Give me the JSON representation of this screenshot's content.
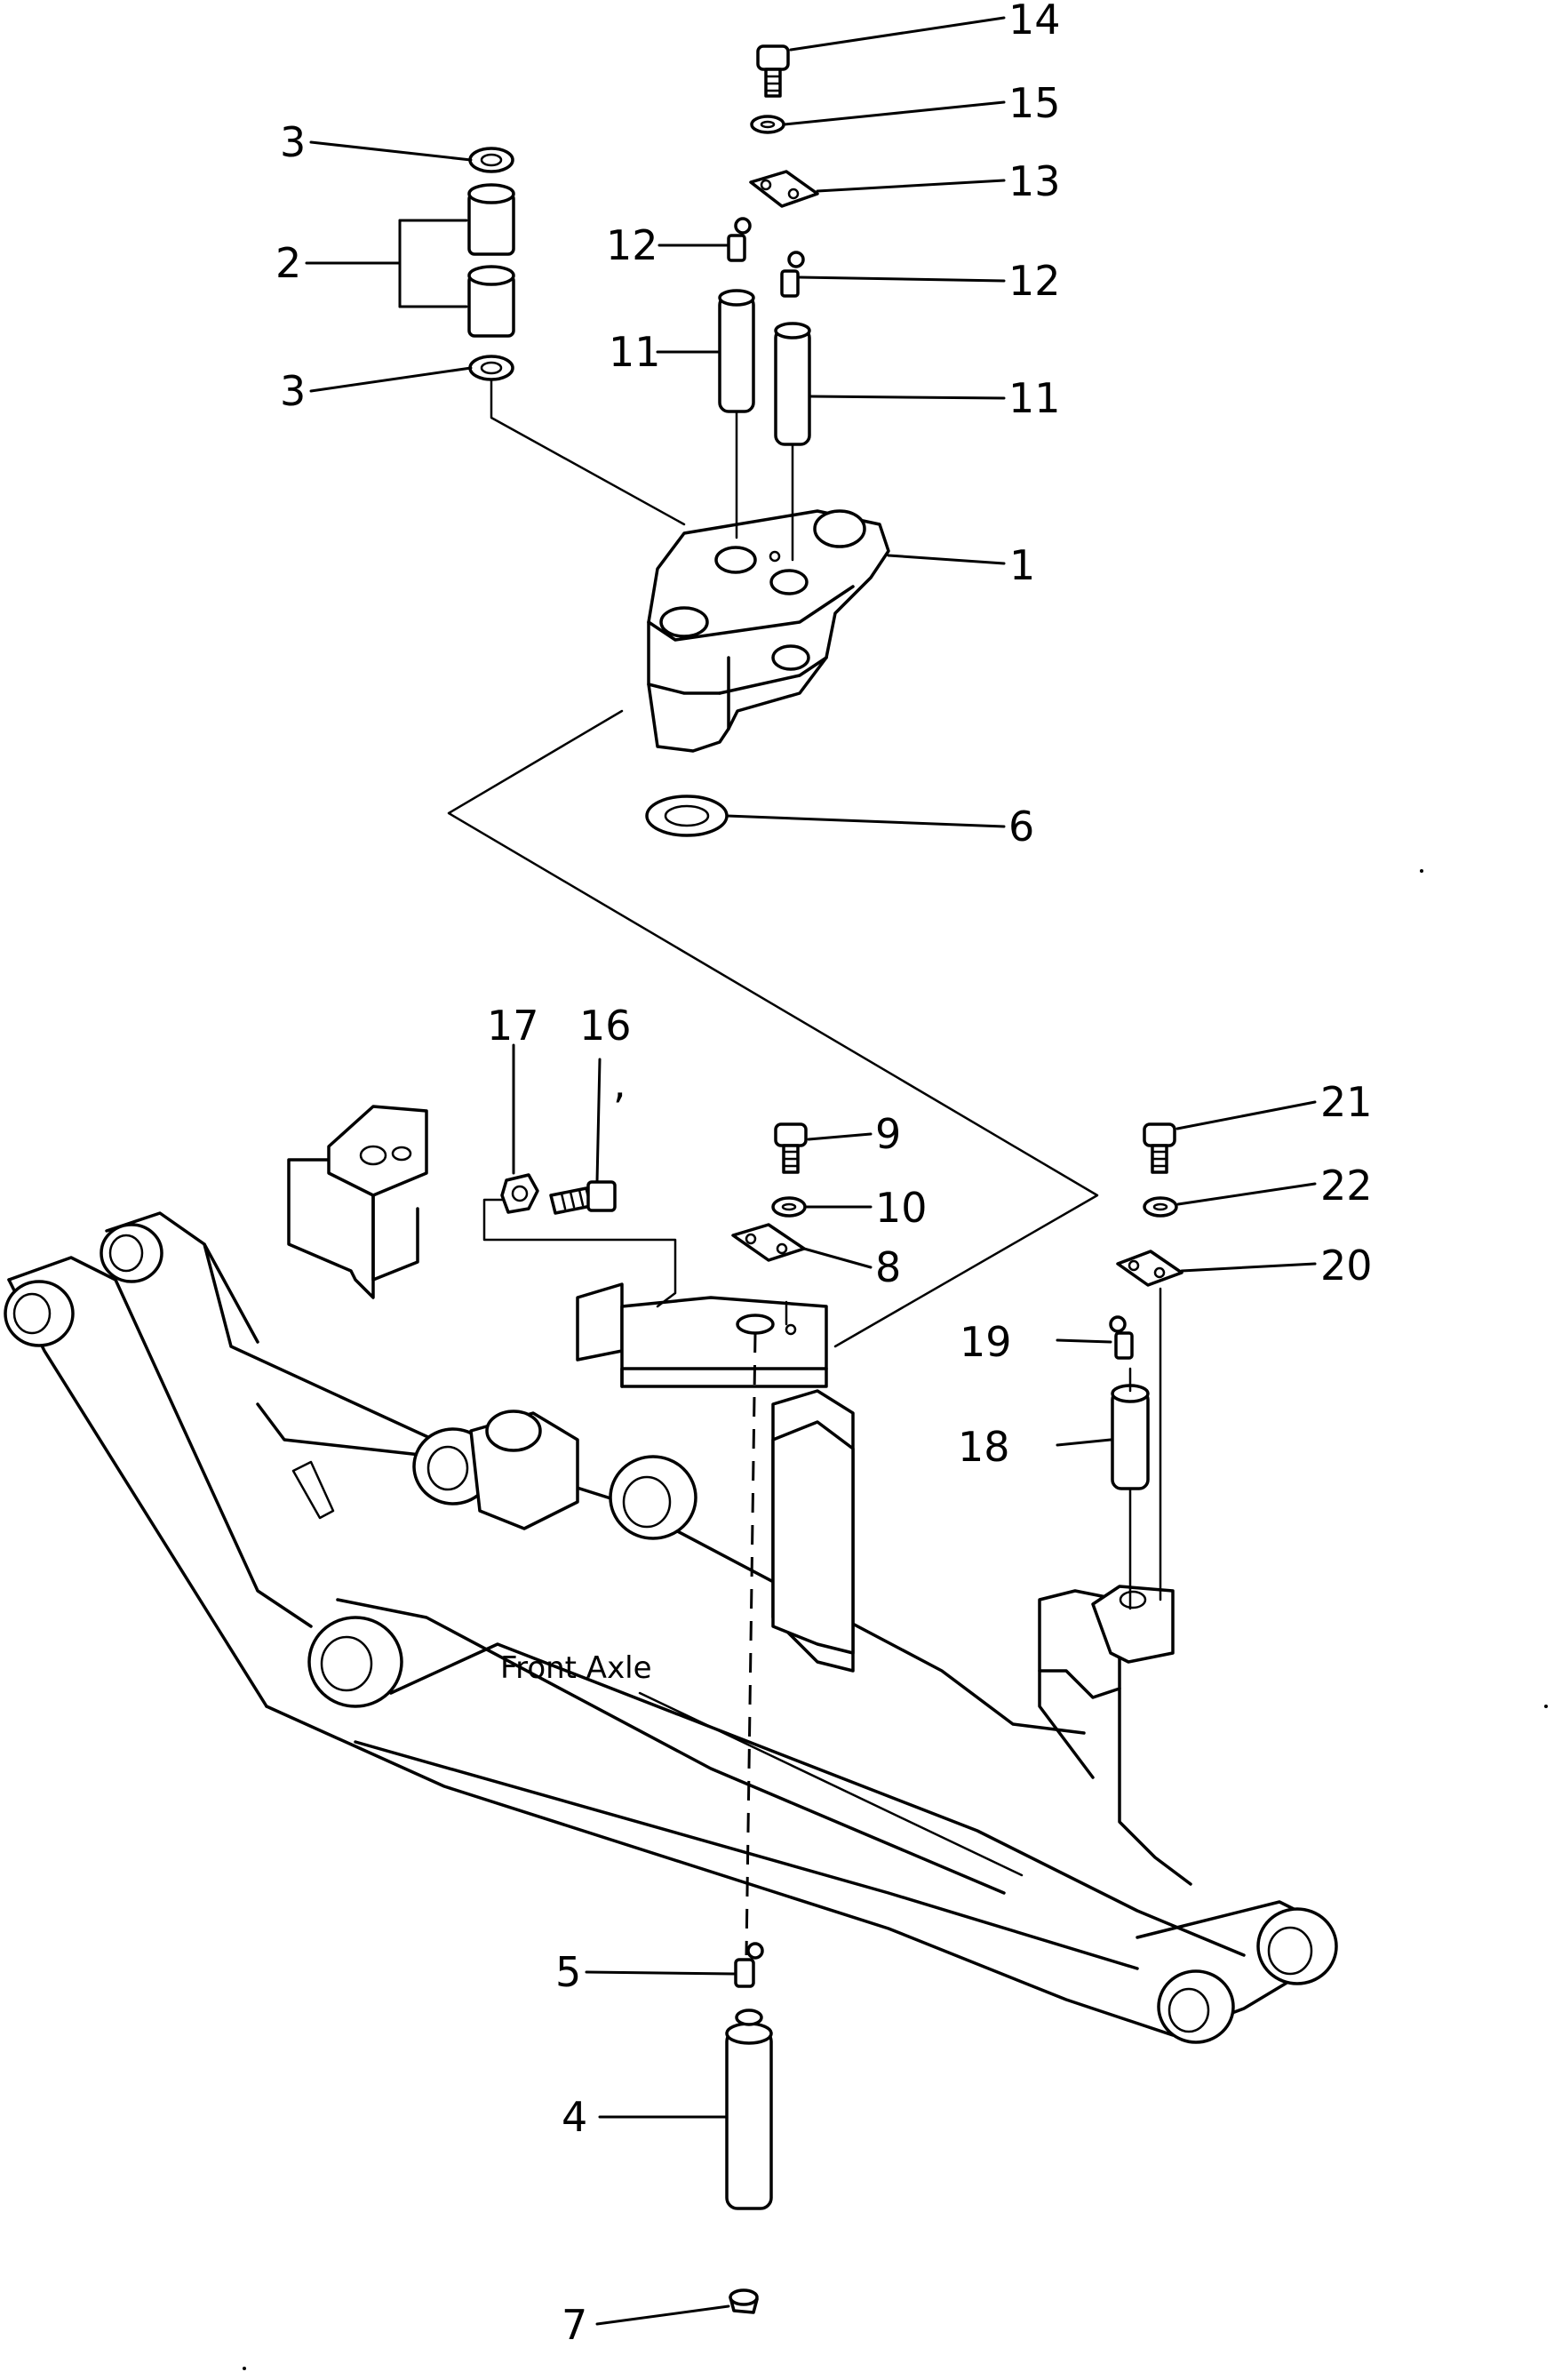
{
  "callouts": [
    "1",
    "2",
    "3",
    "3",
    "4",
    "5",
    "6",
    "7",
    "8",
    "9",
    "10",
    "11",
    "11",
    "12",
    "12",
    "13",
    "14",
    "15",
    "16",
    "17",
    "18",
    "19",
    "20",
    "21",
    "22"
  ],
  "axle_label": "Front Axle"
}
